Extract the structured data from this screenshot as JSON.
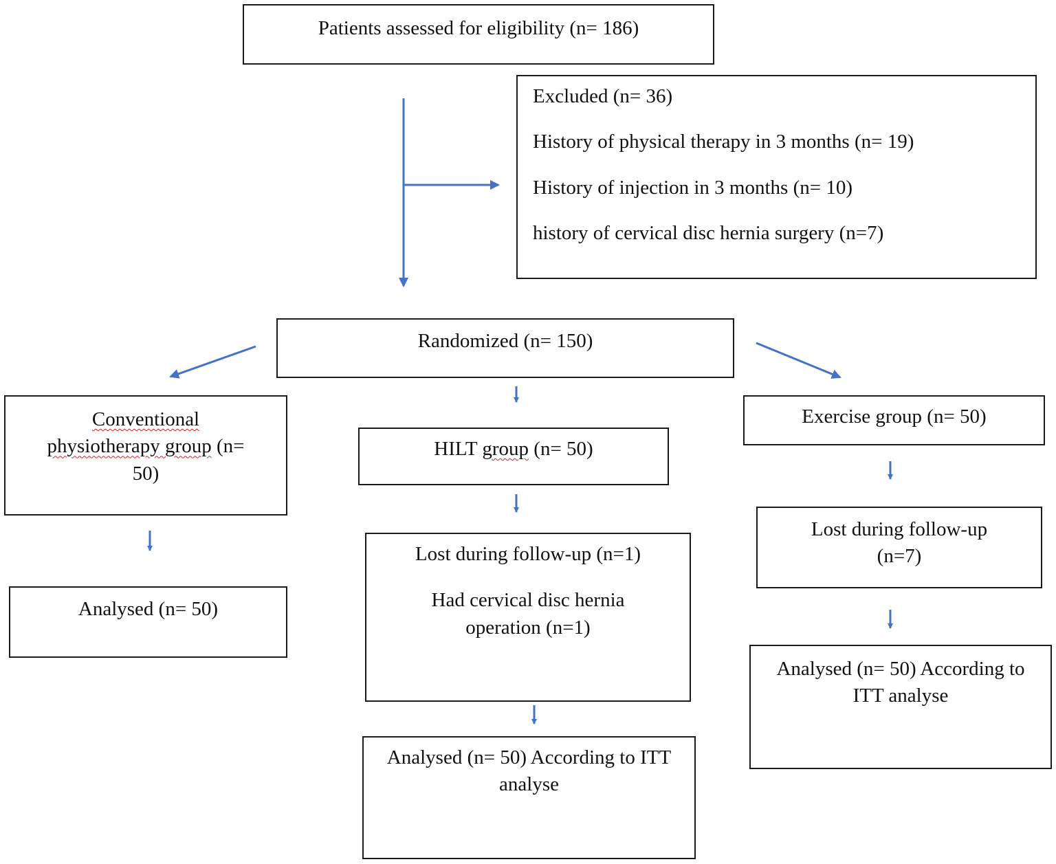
{
  "accent_color": "#4472c4",
  "eligibility": {
    "text": "Patients assessed for eligibility (n= 186)"
  },
  "excluded": {
    "title": "Excluded (n= 36)",
    "reasons": [
      "History of physical therapy in 3 months (n= 19)",
      "History of injection in 3 months (n= 10)",
      "history of cervical disc hernia surgery (n=7)"
    ]
  },
  "randomized": {
    "text": "Randomized (n= 150)"
  },
  "conventional": {
    "line1": "Conventional",
    "line2_word": "physiotherapy group",
    "line2_rest": " (n=",
    "line3": "50)",
    "analysed": "Analysed (n= 50)"
  },
  "hilt": {
    "prefix": "HILT ",
    "word": "group",
    "rest": " (n= 50)",
    "lost": "Lost during follow-up (n=1)",
    "reason": "Had cervical disc hernia operation (n=1)",
    "analysed": "Analysed (n= 50) According to ITT analyse"
  },
  "exercise": {
    "group": "Exercise group (n= 50)",
    "lost": "Lost during follow-up (n=7)",
    "analysed": "Analysed (n= 50) According to ITT analyse"
  }
}
